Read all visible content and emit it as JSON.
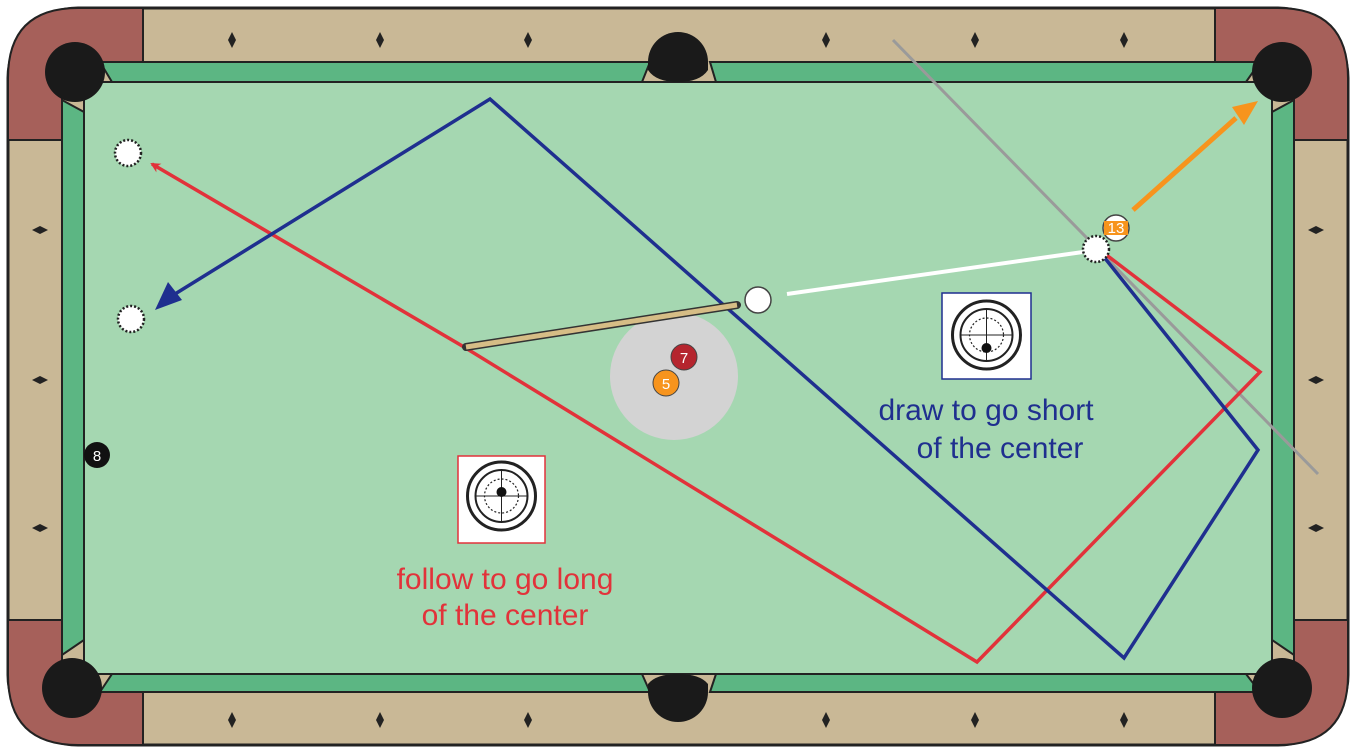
{
  "diagram": {
    "labels": {
      "draw_line1": "draw to go short",
      "draw_line2": "of the center",
      "follow_line1": "follow to go long",
      "follow_line2": "of the center"
    },
    "balls": {
      "seven": "7",
      "five": "5",
      "eight": "8",
      "thirteen": "13"
    },
    "colors": {
      "cloth": "#a5d7b1",
      "rail_wood": "#c9b896",
      "corner_wood": "#a6605a",
      "cushion": "#5cb683",
      "draw_path": "#1f2f8f",
      "follow_path": "#e2323a",
      "object_path": "#f7941d",
      "cue_ball_path": "#ffffff",
      "ball_7": "#b5252e",
      "ball_5": "#f7941d",
      "ball_13": "#f7941d",
      "ball_8": "#111111",
      "shadow_zone": "#d3d3d3"
    },
    "icons": {
      "follow": "tip-target-follow-icon",
      "draw": "tip-target-draw-icon"
    }
  }
}
